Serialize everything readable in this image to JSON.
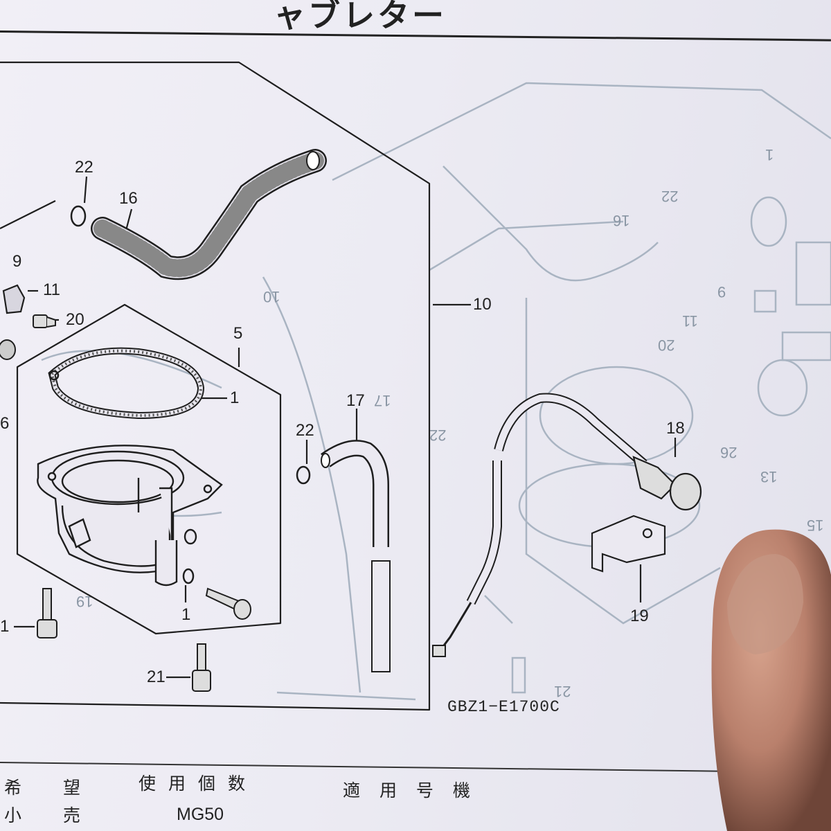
{
  "page": {
    "title": "ャブレター",
    "figure_code": "GBZ1−E1700C"
  },
  "callouts": {
    "c22a": "22",
    "c16": "16",
    "c9": "9",
    "c11": "11",
    "c20": "20",
    "c5": "5",
    "c1a": "1",
    "c6": "6",
    "c10": "10",
    "c17": "17",
    "c22b": "22",
    "c18": "18",
    "c1b": "1",
    "c19": "19",
    "c1c": "1",
    "c21": "21"
  },
  "table": {
    "row1_col1": "希 望",
    "row1_col2": "使用個数",
    "row1_col3": "適 用 号 機",
    "row2_col1": "小 売",
    "row2_col3": "MG50"
  },
  "colors": {
    "ink": "#222222",
    "ghost": "#9aa6b4",
    "paper": "#eceaf2"
  }
}
